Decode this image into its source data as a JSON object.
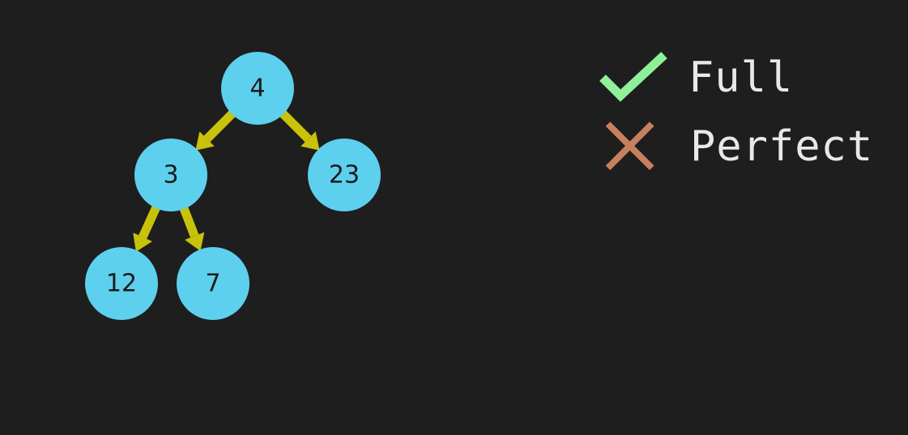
{
  "tree": {
    "nodes": [
      {
        "id": "n4",
        "label": "4"
      },
      {
        "id": "n3",
        "label": "3"
      },
      {
        "id": "n23",
        "label": "23"
      },
      {
        "id": "n12",
        "label": "12"
      },
      {
        "id": "n7",
        "label": "7"
      }
    ],
    "edges": [
      {
        "from": "n4",
        "to": "n3"
      },
      {
        "from": "n4",
        "to": "n23"
      },
      {
        "from": "n3",
        "to": "n12"
      },
      {
        "from": "n3",
        "to": "n7"
      }
    ]
  },
  "legend": {
    "full": {
      "label": "Full",
      "status": "yes",
      "icon": "check-icon"
    },
    "perfect": {
      "label": "Perfect",
      "status": "no",
      "icon": "cross-icon"
    }
  },
  "colors": {
    "background": "#1e1e1e",
    "node_fill": "#5dd0ee",
    "edge": "#c9c20a",
    "check": "#8ff09a",
    "cross": "#c7805e",
    "legend_text": "#e8e8e8"
  }
}
